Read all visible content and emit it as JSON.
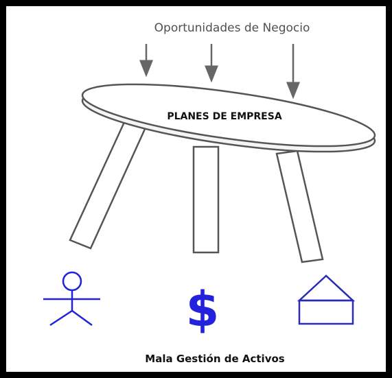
{
  "header": {
    "label": "Oportunidades de Negocio"
  },
  "table": {
    "label": "PLANES DE EMPRESA"
  },
  "footer": {
    "label": "Mala Gestión de Activos"
  },
  "icons": {
    "person": "person-icon",
    "money": "dollar-icon",
    "house": "house-icon",
    "money_symbol": "$"
  },
  "colors": {
    "icon_blue": "#2222dd",
    "line_gray": "#666666",
    "frame": "#000000"
  }
}
